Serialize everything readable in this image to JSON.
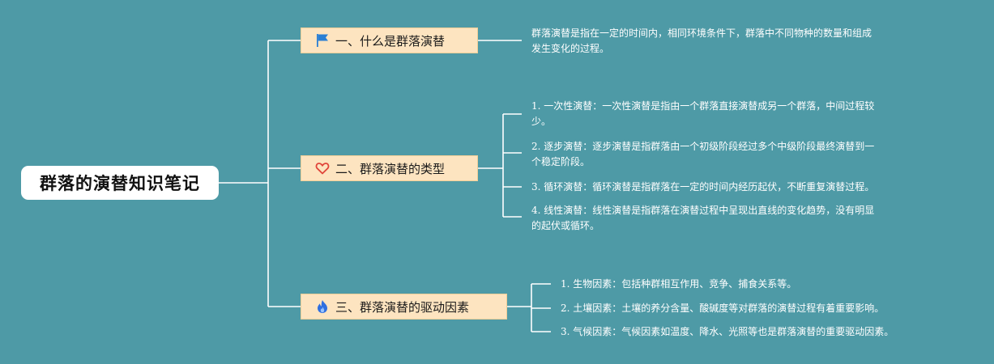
{
  "root": {
    "title": "群落的演替知识笔记"
  },
  "branches": [
    {
      "label": "一、什么是群落演替",
      "icon": "flag-icon",
      "leaves": [
        {
          "text": "群落演替是指在一定的时间内，相同环境条件下，群落中不同物种的数量和组成"
        },
        {
          "text": "发生变化的过程。"
        }
      ]
    },
    {
      "label": "二、群落演替的类型",
      "icon": "heart-icon",
      "items": [
        {
          "num": "1.",
          "lines": [
            "一次性演替：一次性演替是指由一个群落直接演替成另一个群落，中间过程较",
            "少。"
          ]
        },
        {
          "num": "2.",
          "lines": [
            "逐步演替：逐步演替是指群落由一个初级阶段经过多个中级阶段最终演替到一",
            "个稳定阶段。"
          ]
        },
        {
          "num": "3.",
          "lines": [
            "循环演替：循环演替是指群落在一定的时间内经历起伏，不断重复演替过程。"
          ]
        },
        {
          "num": "4.",
          "lines": [
            "线性演替：线性演替是指群落在演替过程中呈现出直线的变化趋势，没有明显",
            "的起伏或循环。"
          ]
        }
      ]
    },
    {
      "label": "三、群落演替的驱动因素",
      "icon": "fire-icon",
      "items": [
        {
          "num": "1.",
          "lines": [
            "生物因素：包括种群相互作用、竞争、捕食关系等。"
          ]
        },
        {
          "num": "2.",
          "lines": [
            "土壤因素：土壤的养分含量、酸碱度等对群落的演替过程有着重要影响。"
          ]
        },
        {
          "num": "3.",
          "lines": [
            "气候因素：气候因素如温度、降水、光照等也是群落演替的重要驱动因素。"
          ]
        }
      ]
    }
  ],
  "colors": {
    "background": "#4e9aa6",
    "branch_fill": "#fde4c0",
    "line": "#ffffff",
    "flag": "#2a7fd4",
    "heart": "#e0453a",
    "fire": "#2f6fe0"
  }
}
